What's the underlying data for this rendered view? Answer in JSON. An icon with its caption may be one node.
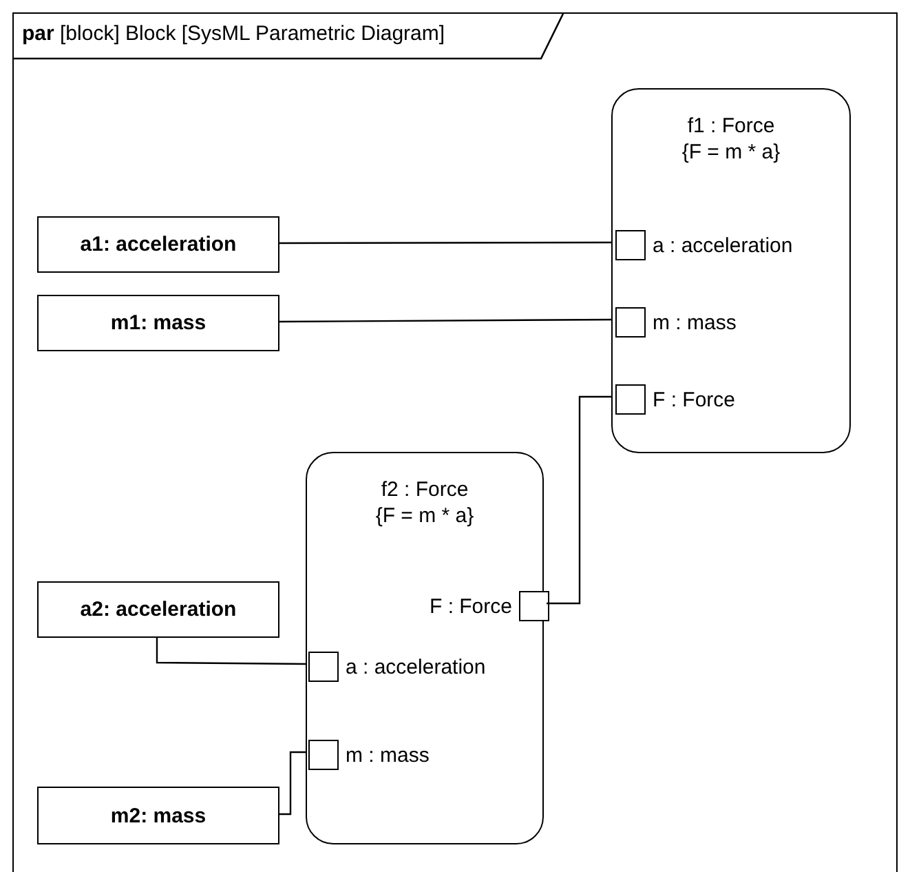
{
  "diagram": {
    "nodes": [
      {
        "text": [
          "**par** [block] Block [SysML Parametric Diagram]"
        ]
      },
      {
        "text": [
          "f1 : Force",
          "{F = m * a}"
        ],
        "in": 0
      },
      {
        "text": [
          "a : acceleration"
        ],
        "in": 1
      },
      {
        "text": [
          "m : mass"
        ],
        "in": 1
      },
      {
        "text": [
          "F : Force"
        ],
        "in": 1
      },
      {
        "text": [
          "a1: acceleration"
        ],
        "in": 0
      },
      {
        "text": [
          "m1: mass"
        ],
        "in": 0
      },
      {
        "text": [
          "f2 : Force",
          "{F = m * a}"
        ],
        "in": 0
      },
      {
        "text": [
          "F : Force"
        ],
        "in": 7
      },
      {
        "text": [
          "a : acceleration"
        ],
        "in": 7
      },
      {
        "text": [
          "m : mass"
        ],
        "in": 7
      },
      {
        "text": [
          "a2: acceleration"
        ],
        "in": 0
      },
      {
        "text": [
          "m2: mass"
        ],
        "in": 0
      }
    ],
    "edges": [
      {
        "from": 5,
        "to": 2,
        "arrow": "none"
      },
      {
        "from": 6,
        "to": 3,
        "arrow": "none"
      },
      {
        "from": 4,
        "to": 8,
        "arrow": "none"
      },
      {
        "from": 11,
        "to": 9,
        "arrow": "none"
      },
      {
        "from": 12,
        "to": 10,
        "arrow": "none"
      }
    ]
  }
}
